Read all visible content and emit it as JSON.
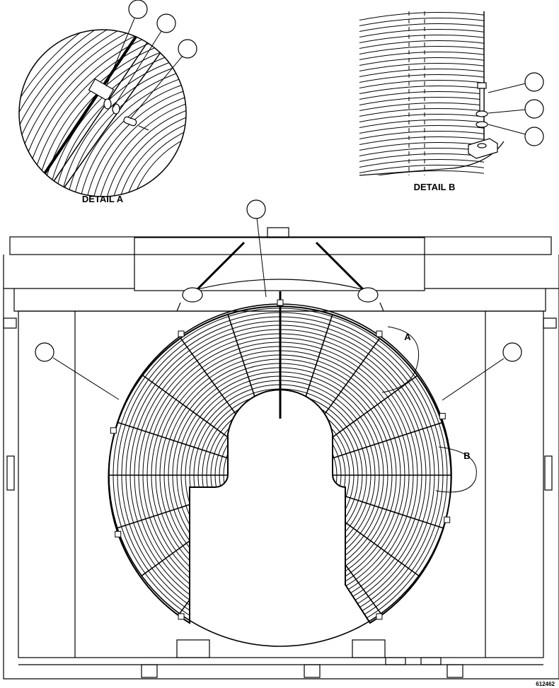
{
  "detail_a": {
    "caption": "DETAIL A"
  },
  "detail_b": {
    "caption": "DETAIL B"
  },
  "main_view": {
    "detail_marker_a": "A",
    "detail_marker_b": "B",
    "figure_number": "612462"
  },
  "callouts": [
    {
      "id": "callout-a1",
      "text": ""
    },
    {
      "id": "callout-a2",
      "text": ""
    },
    {
      "id": "callout-a3",
      "text": ""
    },
    {
      "id": "callout-b1",
      "text": ""
    },
    {
      "id": "callout-b2",
      "text": ""
    },
    {
      "id": "callout-b3",
      "text": ""
    },
    {
      "id": "callout-main-top",
      "text": ""
    },
    {
      "id": "callout-main-left",
      "text": ""
    },
    {
      "id": "callout-main-right",
      "text": ""
    }
  ],
  "colors": {
    "line": "#000000",
    "background": "#ffffff"
  }
}
